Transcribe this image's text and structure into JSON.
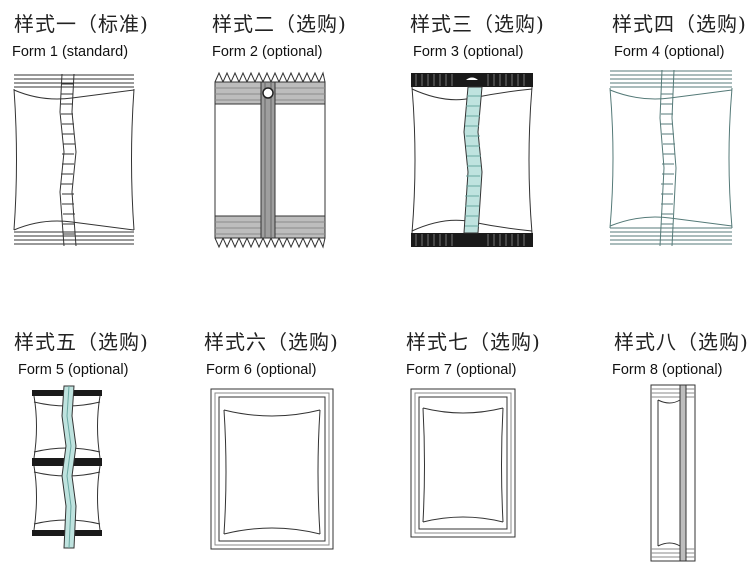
{
  "forms": [
    {
      "cn": "样式一（标准)",
      "en": "Form 1 (standard)"
    },
    {
      "cn": "样式二（选购)",
      "en": "Form 2 (optional)"
    },
    {
      "cn": "样式三（选购)",
      "en": "Form 3 (optional)"
    },
    {
      "cn": "样式四（选购)",
      "en": "Form 4 (optional)"
    },
    {
      "cn": "样式五（选购)",
      "en": "Form 5 (optional)"
    },
    {
      "cn": "样式六（选购)",
      "en": "Form 6 (optional)"
    },
    {
      "cn": "样式七（选购)",
      "en": "Form 7 (optional)"
    },
    {
      "cn": "样式八（选购)",
      "en": "Form 8 (optional)"
    }
  ],
  "colors": {
    "outline": "#333333",
    "seam": "#8a8a8a",
    "accent": "#bfe3df",
    "dark": "#1a1a1a"
  }
}
